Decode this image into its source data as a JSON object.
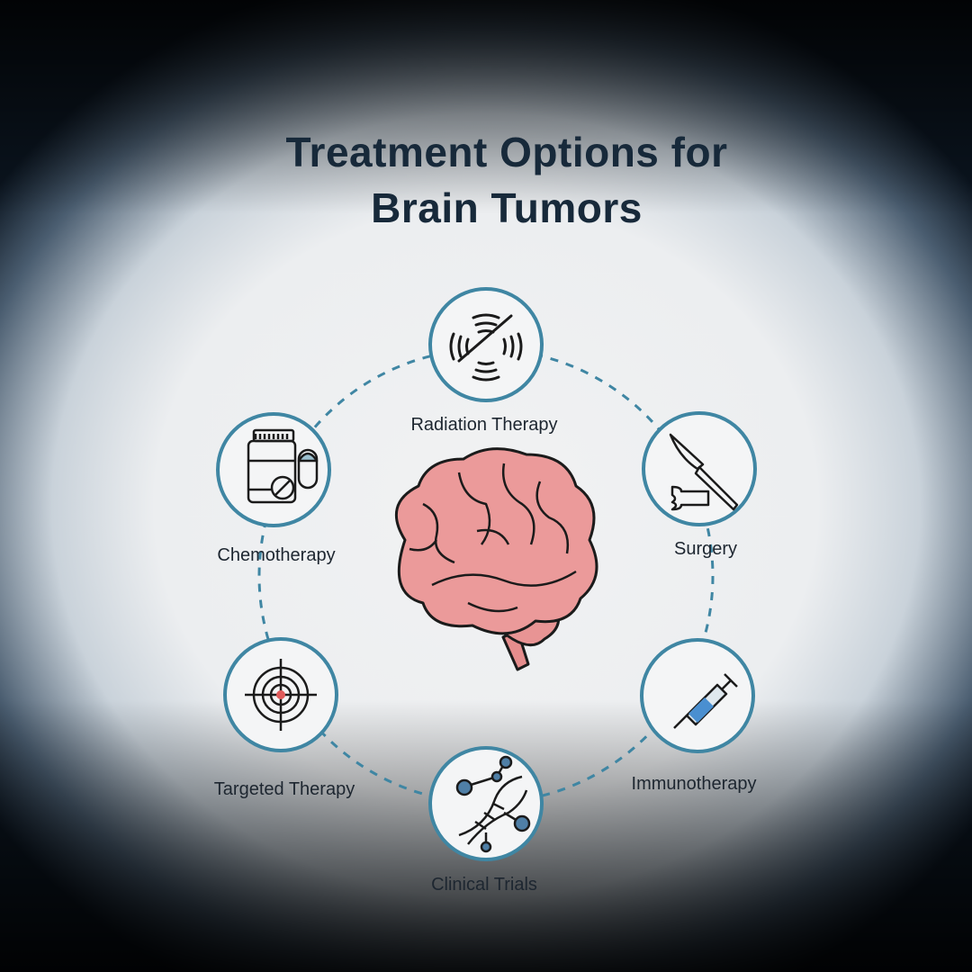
{
  "title": {
    "line1": "Treatment Options for",
    "line2": "Brain Tumors"
  },
  "colors": {
    "accent": "#3f86a3",
    "title": "#17293a",
    "brain": "#eb9a9a"
  },
  "center": {
    "icon": "brain-icon"
  },
  "treatments": [
    {
      "label": "Radiation Therapy",
      "icon": "radiation-icon"
    },
    {
      "label": "Surgery",
      "icon": "scalpel-icon"
    },
    {
      "label": "Immunotherapy",
      "icon": "syringe-icon"
    },
    {
      "label": "Clinical Trials",
      "icon": "dna-molecule-icon"
    },
    {
      "label": "Targeted Therapy",
      "icon": "target-icon"
    },
    {
      "label": "Chemotherapy",
      "icon": "pill-bottle-icon"
    }
  ]
}
